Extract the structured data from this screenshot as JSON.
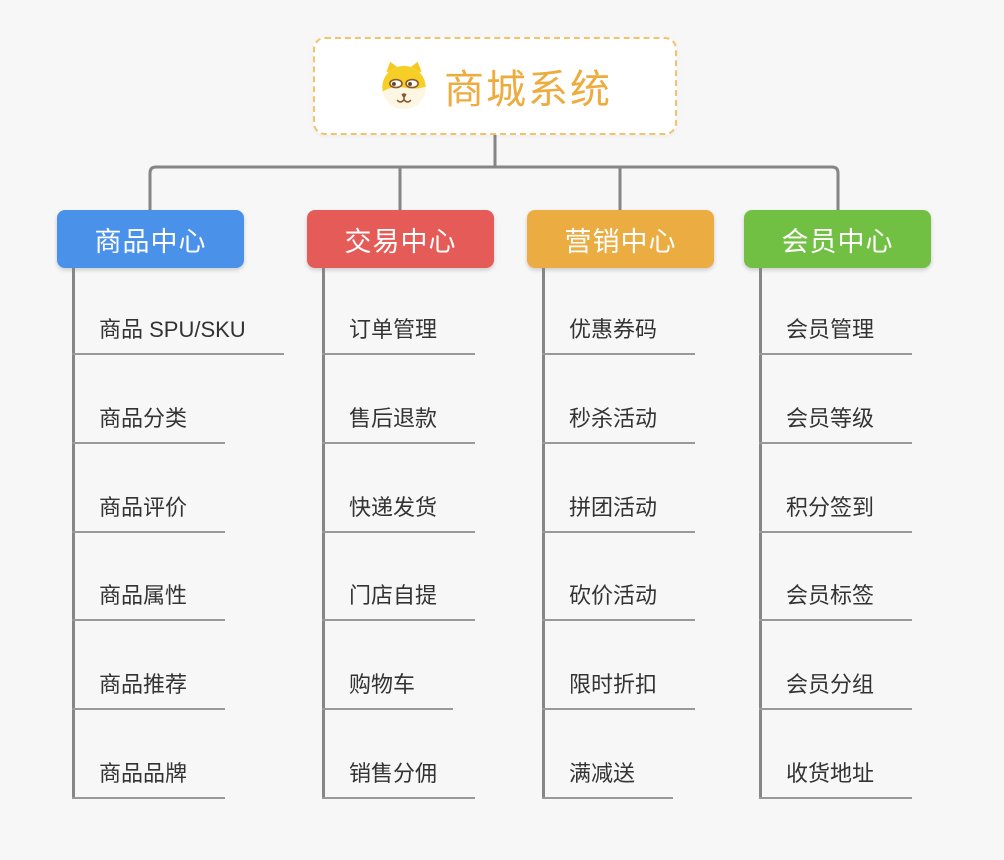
{
  "root": {
    "title": "商城系统",
    "icon": "dog-face-icon",
    "accent_color": "#eeab3e",
    "border_color": "#f2c36b"
  },
  "colors": {
    "connector_line": "#868686",
    "leaf_underline": "#999999",
    "leaf_text": "#333333",
    "canvas_background": "#f7f7f7"
  },
  "branches": [
    {
      "label": "商品中心",
      "color": "#4a91e9",
      "children": [
        "商品 SPU/SKU",
        "商品分类",
        "商品评价",
        "商品属性",
        "商品推荐",
        "商品品牌"
      ]
    },
    {
      "label": "交易中心",
      "color": "#e45b57",
      "children": [
        "订单管理",
        "售后退款",
        "快递发货",
        "门店自提",
        "购物车",
        "销售分佣"
      ]
    },
    {
      "label": "营销中心",
      "color": "#ebac41",
      "children": [
        "优惠券码",
        "秒杀活动",
        "拼团活动",
        "砍价活动",
        "限时折扣",
        "满减送"
      ]
    },
    {
      "label": "会员中心",
      "color": "#72c043",
      "children": [
        "会员管理",
        "会员等级",
        "积分签到",
        "会员标签",
        "会员分组",
        "收货地址"
      ]
    }
  ]
}
